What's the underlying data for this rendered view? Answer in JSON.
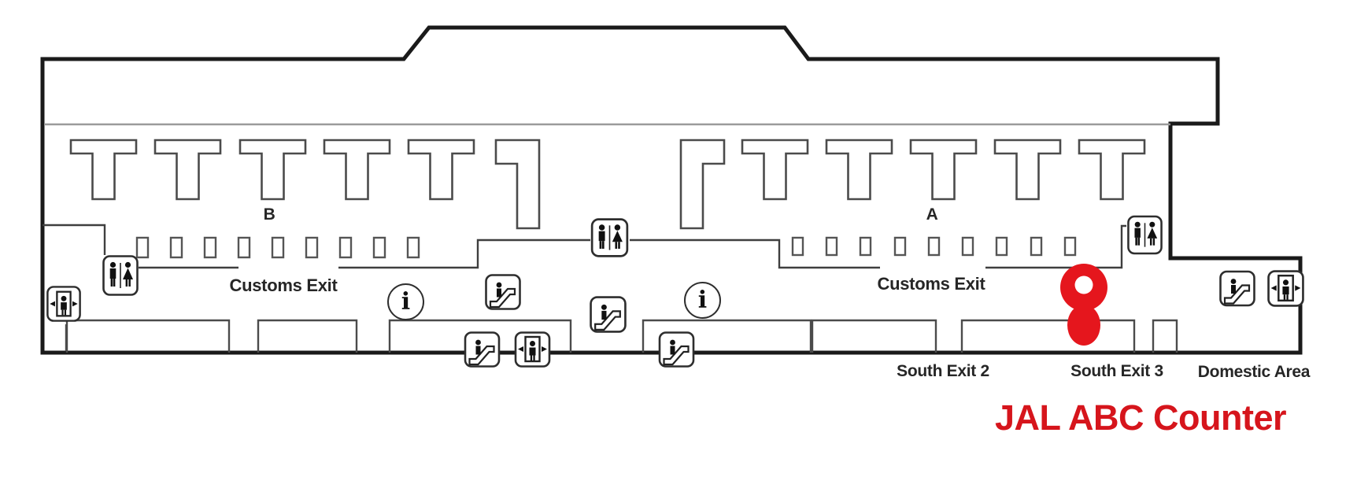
{
  "labels": {
    "zone_b": "B",
    "zone_a": "A",
    "customs_exit": "Customs Exit",
    "south_exit_2": "South Exit 2",
    "south_exit_3": "South Exit 3",
    "domestic_area": "Domestic Area",
    "info_glyph": "i"
  },
  "marker": {
    "label": "JAL ABC Counter"
  },
  "icons": {
    "restroom-icon": "two standing person figures in rounded square",
    "elevator-icon": "person in doorway with left and right arrows",
    "escalator-icon": "person riding diagonal escalator",
    "information-icon": "serif letter i inside circle",
    "location-pin-icon": "red map pin over South Exit 3"
  },
  "colors": {
    "marker_red": "#e5161d",
    "marker_text_red": "#d6151c",
    "outline_dark": "#1a1a1a",
    "wall_gray": "#4b4b4b",
    "corridor_gray": "#9b9b9b",
    "label_text": "#262626",
    "background": "#ffffff"
  }
}
